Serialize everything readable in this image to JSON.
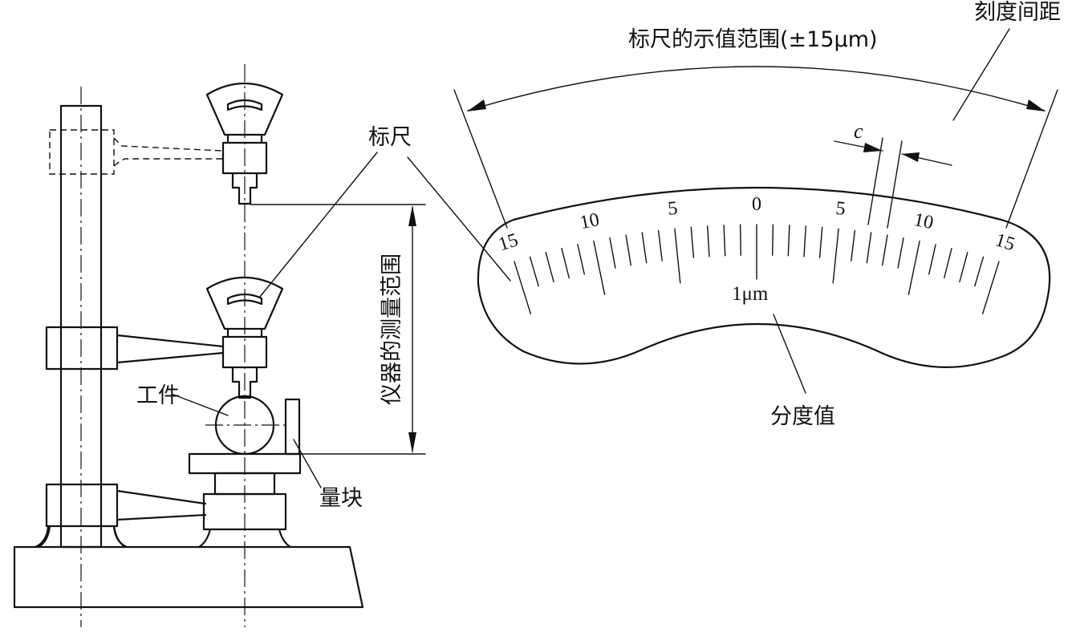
{
  "labels": {
    "scale_top": "标尺",
    "scale_range": "标尺的示值范围(±15μm)",
    "scale_interval": "刻度间距",
    "interval_symbol": "c",
    "unit": "1μm",
    "division_value": "分度值",
    "measuring_range": "仪器的测量范围",
    "workpiece": "工件",
    "gauge_block": "量块"
  },
  "scale": {
    "tick_labels": [
      "15",
      "10",
      "5",
      "0",
      "5",
      "10",
      "15"
    ]
  }
}
